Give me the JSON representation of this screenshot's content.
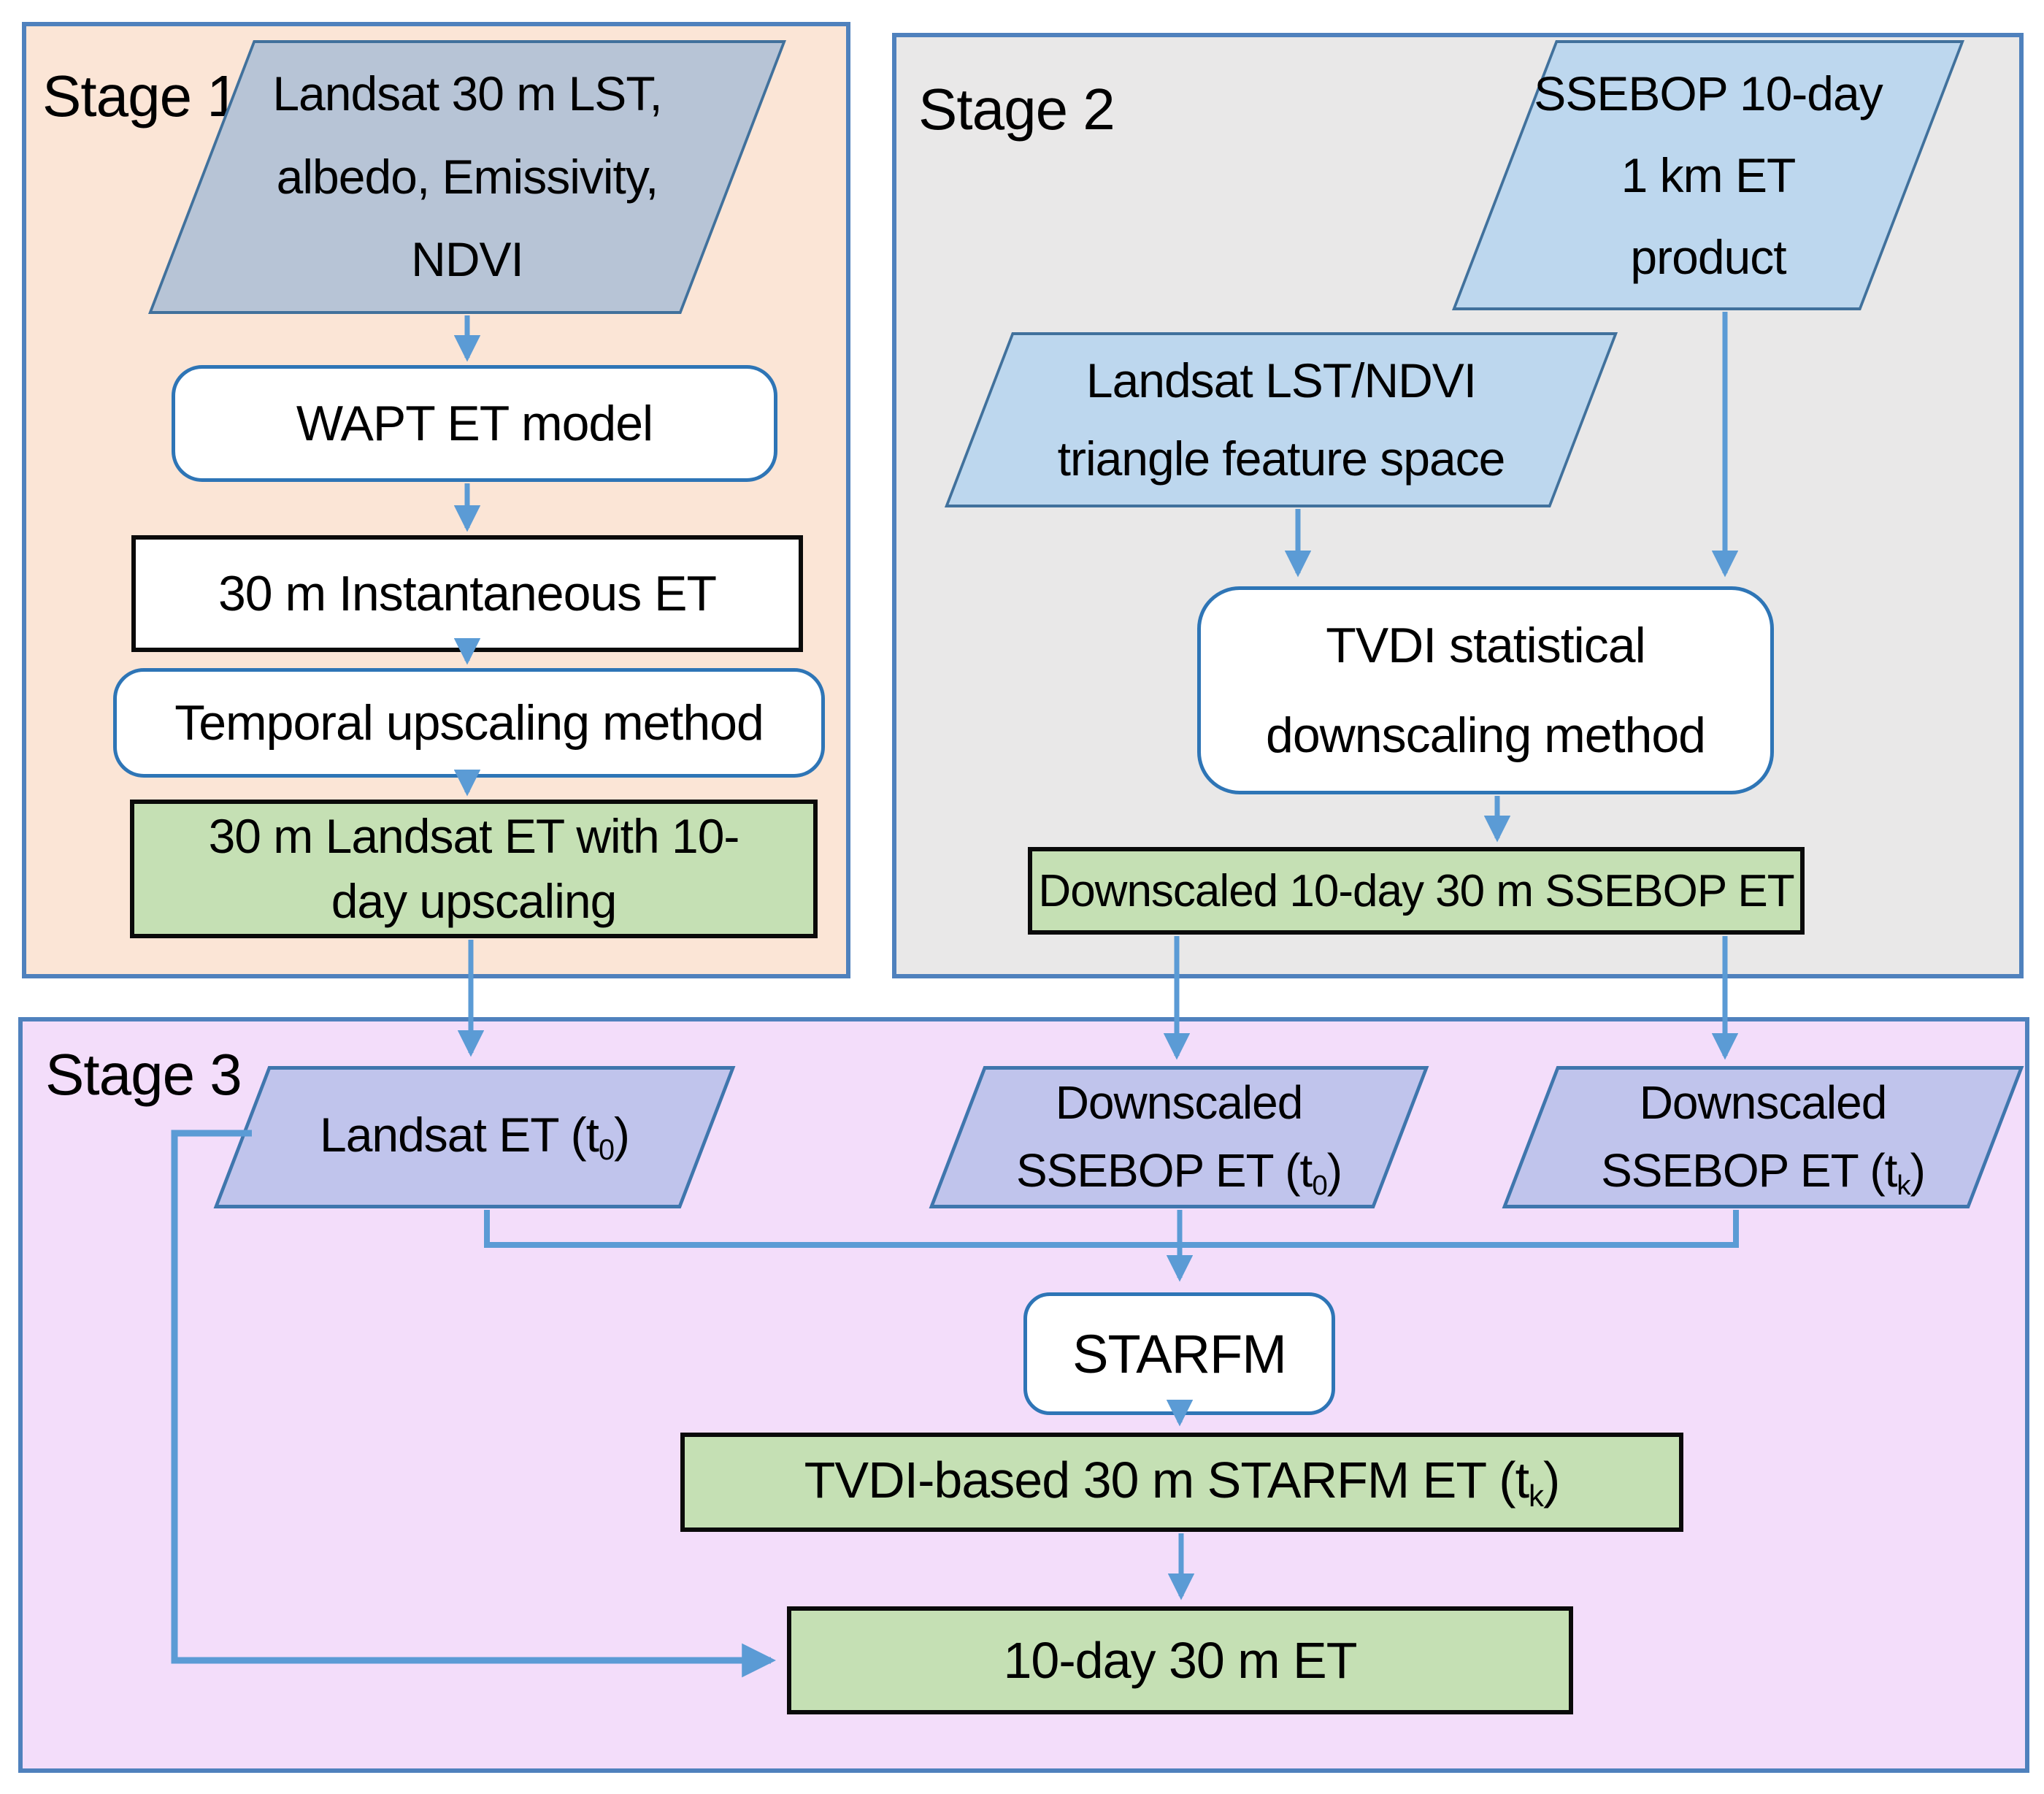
{
  "colors": {
    "arrow_blue": "#5b9bd5",
    "stage_border_blue": "#4f81bd",
    "stage1_bg_peach": "#fbe5d6",
    "stage2_bg_gray": "#e9e8e8",
    "stage3_bg_lavender": "#f3ddfa",
    "stage1_input_fill": "#b7c4d6",
    "stage2_input_fill": "#bdd7ee",
    "stage3_input_fill": "#c0c4ec",
    "result_green_fill": "#c5e0b4",
    "process_border_blue": "#2e75b6"
  },
  "stage1": {
    "label": "Stage 1",
    "input": {
      "line1": "Landsat 30 m LST,",
      "line2": "albedo, Emissivity,",
      "line3": "NDVI"
    },
    "wapt": "WAPT ET model",
    "instantaneous": "30 m Instantaneous ET",
    "temporal": "Temporal upscaling method",
    "output": {
      "line1": "30 m Landsat ET with 10-",
      "line2": "day upscaling"
    }
  },
  "stage2": {
    "label": "Stage 2",
    "ssebop": {
      "line1": "SSEBOP 10-day",
      "line2": "1 km ET",
      "line3": "product"
    },
    "triangle": {
      "line1": "Landsat LST/NDVI",
      "line2": "triangle feature space"
    },
    "tvdi": {
      "line1": "TVDI statistical",
      "line2": "downscaling method"
    },
    "output": "Downscaled 10-day 30 m SSEBOP ET"
  },
  "stage3": {
    "label": "Stage 3",
    "landsat_t0": {
      "pre": "Landsat ET (t",
      "sub": "0",
      "post": ")"
    },
    "downscaled_t0": {
      "line1": "Downscaled",
      "pre": "SSEBOP ET (t",
      "sub": "0",
      "post": ")"
    },
    "downscaled_tk": {
      "line1": "Downscaled",
      "pre": "SSEBOP ET (t",
      "sub": "k",
      "post": ")"
    },
    "starfm": "STARFM",
    "tvdi_output": {
      "pre": "TVDI-based 30 m STARFM ET (t",
      "sub": "k",
      "post": ")"
    },
    "final": "10-day 30 m ET"
  }
}
